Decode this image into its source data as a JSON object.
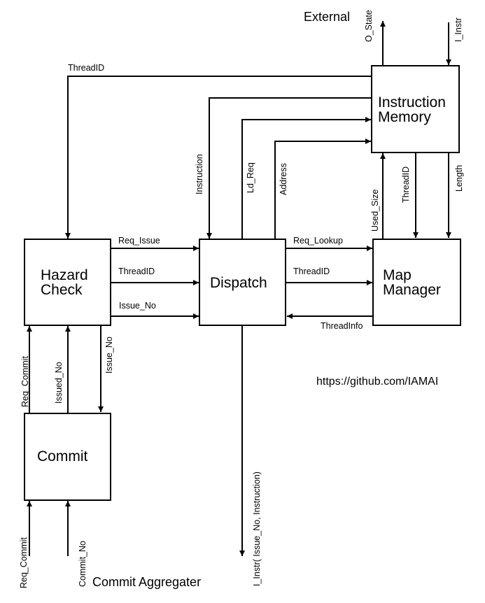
{
  "blocks": {
    "instruction_memory": [
      "Instruction",
      "Memory"
    ],
    "hazard_check": [
      "Hazard",
      "Check"
    ],
    "dispatch": "Dispatch",
    "map_manager": [
      "Map",
      "Manager"
    ],
    "commit": "Commit"
  },
  "signals": {
    "o_state": "O_State",
    "i_instr_top": "I_Instr",
    "thread_id_top": "ThreadID",
    "instruction": "Instruction",
    "ld_req": "Ld_Req",
    "address": "Address",
    "used_size": "Used_Size",
    "thread_id_mm": "ThreadID",
    "length": "Length",
    "req_issue": "Req_Issue",
    "thread_id_hd": "ThreadID",
    "issue_no_hd": "Issue_No",
    "req_lookup": "Req_Lookup",
    "thread_id_dm": "ThreadID",
    "thread_info": "ThreadInfo",
    "req_commit_hc": "Req_Commit",
    "issued_no": "Issued_No",
    "issue_no_hc": "Issue_No",
    "i_instr_out": "I_Instr( Issue_No, Instruction)",
    "req_commit_in": "Req_Commit",
    "commit_no_in": "Commit_No"
  },
  "labels": {
    "external": "External",
    "commit_aggregater": "Commit Aggregater",
    "url": "https://github.com/IAMAI"
  }
}
